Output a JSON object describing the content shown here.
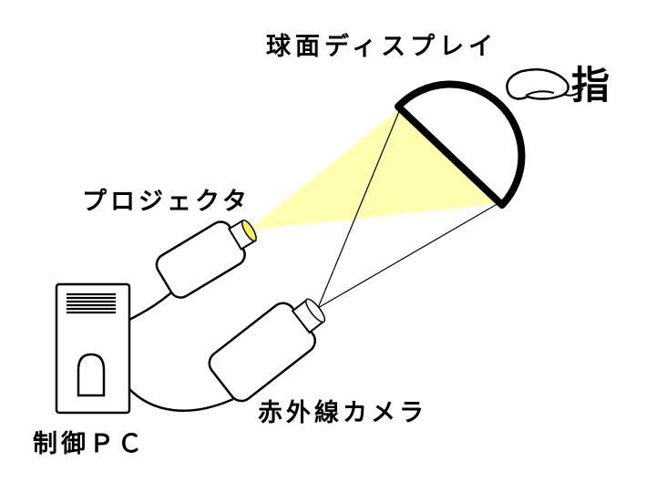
{
  "diagram": {
    "labels": {
      "spherical_display": "球面ディスプレイ",
      "finger": "指",
      "projector": "プロジェクタ",
      "ir_camera": "赤外線カメラ",
      "control_pc": "制御ＰＣ"
    },
    "colors": {
      "beam": "#FFFFB0",
      "lens_glow": "#FFEE55",
      "outline": "#000000",
      "background": "#FFFFFF"
    }
  }
}
